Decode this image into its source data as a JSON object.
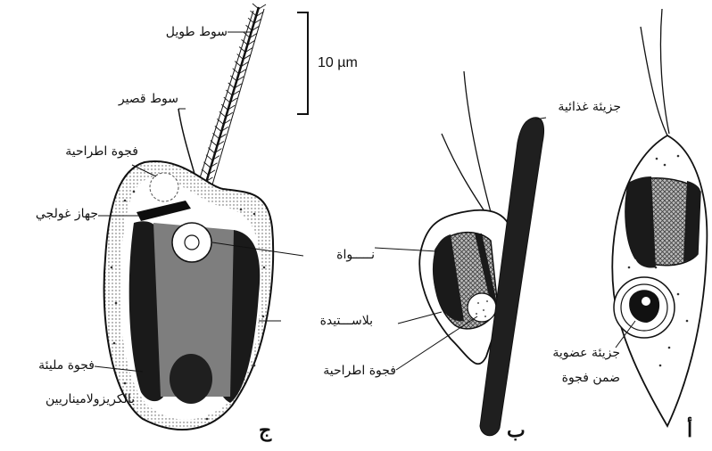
{
  "scale_bar": {
    "label": "10 µm"
  },
  "panels": {
    "j": {
      "letter": "ج"
    },
    "b": {
      "letter": "ب"
    },
    "a": {
      "letter": "أ"
    }
  },
  "labels": {
    "long_flagellum": "سوط طويل",
    "short_flagellum": "سوط قصير",
    "contractile_vacuole_j": "فجوة اطراحية",
    "golgi": "جهاز غولجي",
    "nucleus": "نـــــواة",
    "plastid": "بلاســـتيدة",
    "vacuole_line1": "فجوة مليئة",
    "vacuole_line2": "بالكريزولاميناريين",
    "food_particle": "جزيئة غذائية",
    "contractile_vacuole_b": "فجوة اطراحية",
    "organic_particle_line1": "جزيئة عضوية",
    "organic_particle_line2": "ضمن فجوة"
  },
  "colors": {
    "ink": "#111111",
    "fill_dark": "#1a1a1a",
    "fill_grey": "#777777",
    "bg": "#ffffff"
  }
}
